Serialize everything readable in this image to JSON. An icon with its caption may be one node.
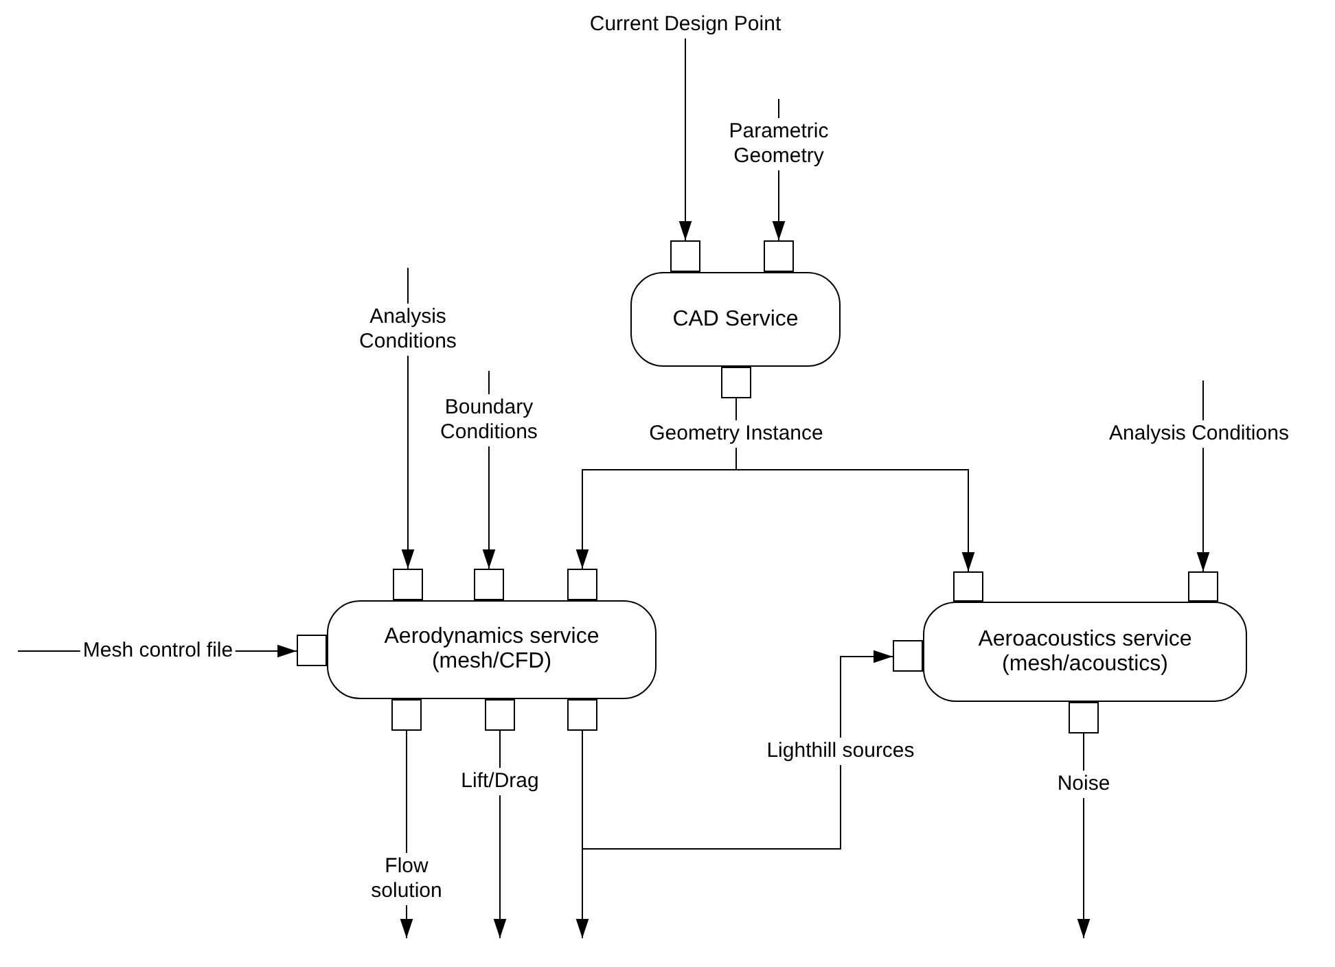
{
  "diagram": {
    "nodes": [
      {
        "text": [],
        "shape": "box"
      },
      {
        "text": [],
        "shape": "box"
      },
      {
        "text": [
          "CAD Service"
        ]
      },
      {
        "text": [],
        "shape": "box"
      },
      {
        "text": [],
        "shape": "box"
      },
      {
        "text": [],
        "shape": "box"
      },
      {
        "text": [],
        "shape": "box"
      },
      {
        "text": [],
        "shape": "box"
      },
      {
        "text": [],
        "shape": "box"
      },
      {
        "text": [],
        "shape": "box"
      },
      {
        "text": [
          "Aerodynamics service (mesh/CFD)"
        ]
      },
      {
        "text": [],
        "shape": "box"
      },
      {
        "text": [
          "Aeroacoustics service (mesh/acoustics)"
        ]
      },
      {
        "text": [],
        "shape": "box"
      },
      {
        "text": [],
        "shape": "box"
      },
      {
        "text": [],
        "shape": "box"
      },
      {
        "text": [],
        "shape": "box"
      }
    ],
    "edges": [
      {
        "from": null,
        "to": 0,
        "arrow": "to",
        "label": "Current Design Point"
      },
      {
        "from": null,
        "to": 1,
        "arrow": "to",
        "label": "Parametric Geometry"
      },
      {
        "from": 3,
        "to": 6,
        "arrow": "to",
        "label": "Geometry Instance"
      },
      {
        "from": 3,
        "to": 7,
        "arrow": "to"
      },
      {
        "from": null,
        "to": 4,
        "arrow": "to",
        "label": "Analysis Conditions"
      },
      {
        "from": null,
        "to": 5,
        "arrow": "to",
        "label": "Boundary Conditions"
      },
      {
        "from": null,
        "to": 8,
        "arrow": "to",
        "label": "Analysis Conditions"
      },
      {
        "from": null,
        "to": 9,
        "arrow": "to",
        "label": "Mesh control file"
      },
      {
        "from": 13,
        "to": null,
        "arrow": "to",
        "label": "Flow solution"
      },
      {
        "from": 14,
        "to": null,
        "arrow": "to",
        "label": "Lift/Drag"
      },
      {
        "from": 15,
        "to": null,
        "arrow": "to"
      },
      {
        "from": 15,
        "to": 11,
        "arrow": "to",
        "label": "Lighthill sources"
      },
      {
        "from": 16,
        "to": null,
        "arrow": "to",
        "label": "Noise"
      }
    ]
  }
}
